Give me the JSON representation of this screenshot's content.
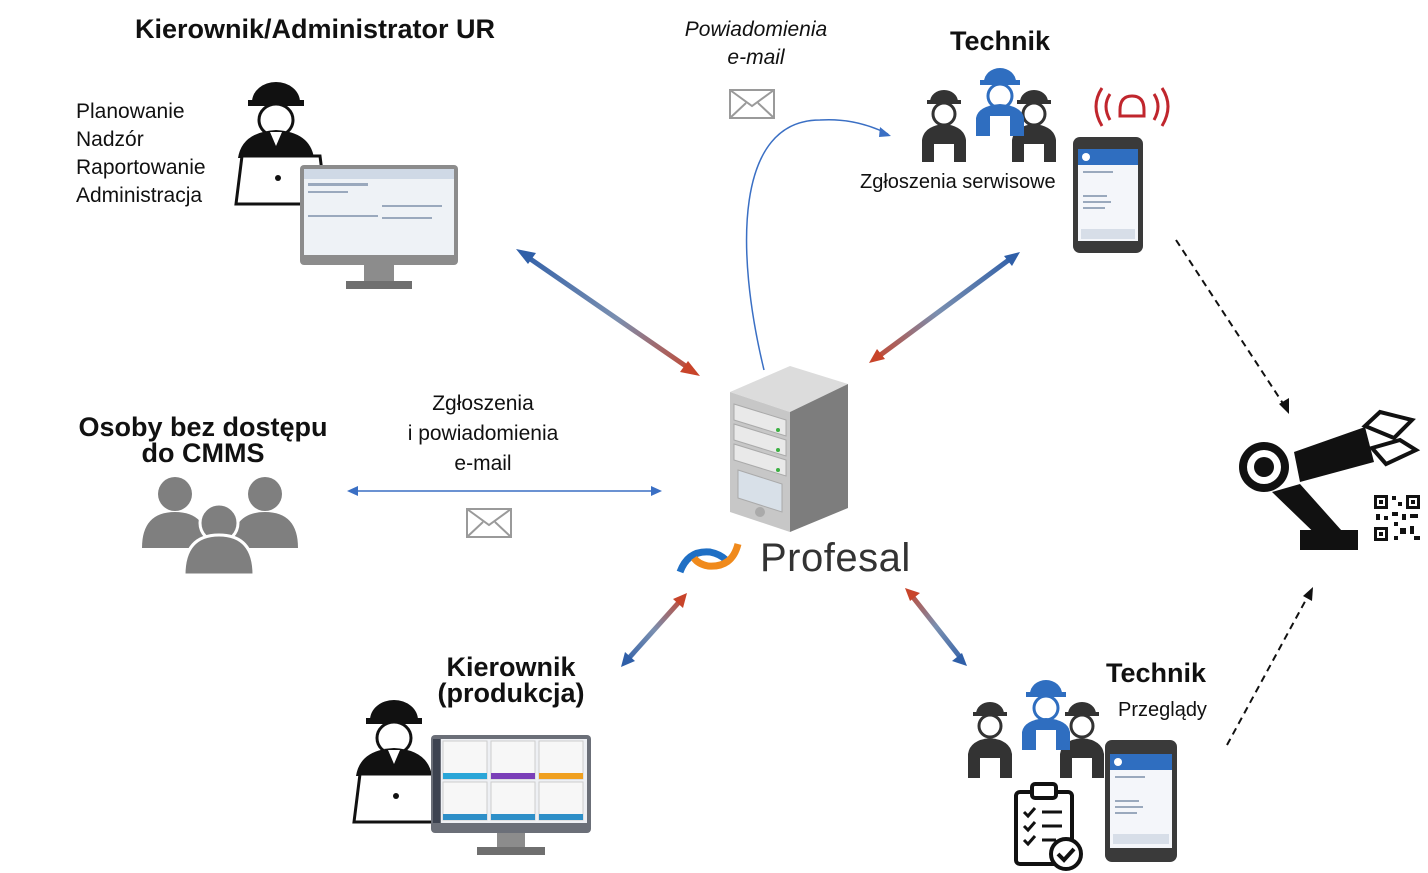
{
  "admin": {
    "title": "Kierownik/Administrator UR",
    "roles": [
      "Planowanie",
      "Nadzór",
      "Raportowanie",
      "Administracja"
    ]
  },
  "email_notice": {
    "line1": "Powiadomienia",
    "line2": "e-mail"
  },
  "technik_top": {
    "title": "Technik",
    "caption": "Zgłoszenia serwisowe"
  },
  "no_access": {
    "title_line1": "Osoby bez dostępu",
    "title_line2": "do CMMS"
  },
  "requests": {
    "line1": "Zgłoszenia",
    "line2": "i powiadomienia",
    "line3": "e-mail"
  },
  "server": {
    "brand": "Profesal"
  },
  "manager_production": {
    "title_line1": "Kierownik",
    "title_line2": "(produkcja)"
  },
  "technik_bottom": {
    "title": "Technik",
    "caption": "Przeglądy"
  },
  "colors": {
    "arrow_blue": "#2f5fa8",
    "arrow_red": "#c8442a",
    "line_blue": "#3a6fc4",
    "person_gray": "#7f7f7f",
    "tech_blue": "#2f6ec0",
    "alarm_red": "#c0262d",
    "brand_blue": "#1f6fc4",
    "brand_orange": "#f08a1c"
  },
  "icons": [
    "hard-hat-worker-icon",
    "laptop-icon",
    "monitor-icon",
    "envelope-icon",
    "workers-icon",
    "alarm-icon",
    "smartphone-icon",
    "people-group-icon",
    "server-icon",
    "robot-arm-icon",
    "qr-code-icon",
    "checklist-clipboard-icon"
  ]
}
